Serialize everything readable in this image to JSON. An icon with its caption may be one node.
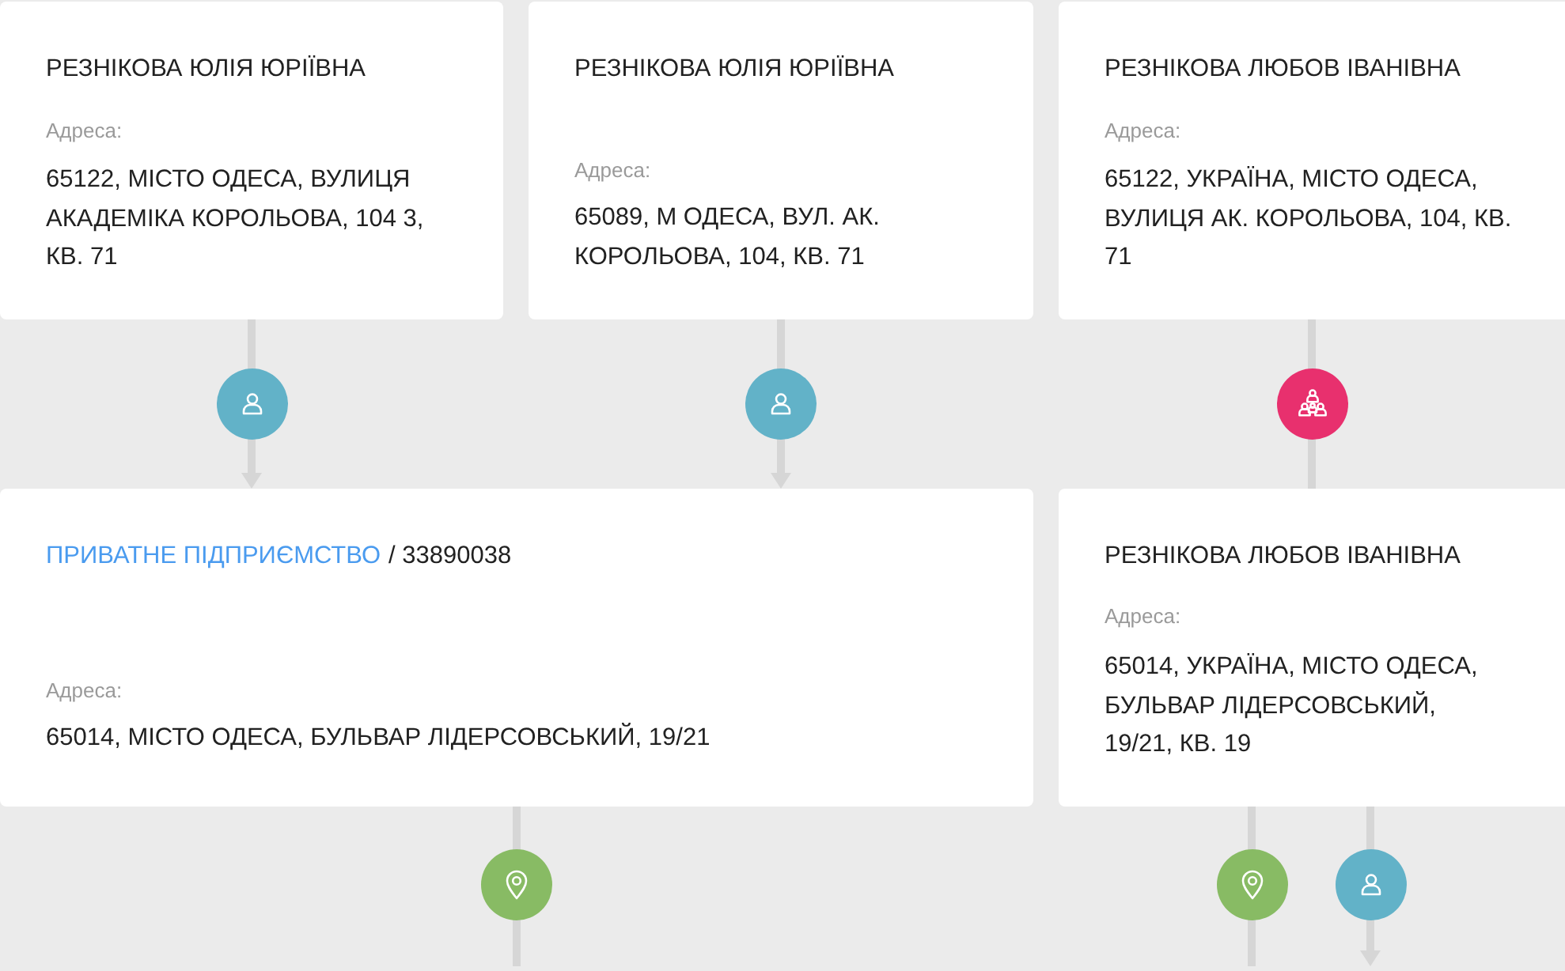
{
  "diagram": {
    "nodes": [
      {
        "text": [
          "РЕЗНІКОВА ЮЛІЯ ЮРІЇВНА",
          "Адреса:",
          "65122, МІСТО ОДЕСА, ВУЛИЦЯ АКАДЕМІКА КОРОЛЬОВА, 104 3, КВ. 71"
        ]
      },
      {
        "text": [
          "РЕЗНІКОВА ЮЛІЯ ЮРІЇВНА",
          "Адреса:",
          "65089, М ОДЕСА, ВУЛ. АК. КОРОЛЬОВА, 104, КВ. 71"
        ]
      },
      {
        "text": [
          "РЕЗНІКОВА ЛЮБОВ ІВАНІВНА",
          "Адреса:",
          "65122, УКРАЇНА, МІСТО ОДЕСА, ВУЛИЦЯ АК. КОРОЛЬОВА, 104, КВ. 71"
        ]
      },
      {
        "text": [
          "ПРИВАТНЕ ПІДПРИЄМСТВО",
          "/ 33890038",
          "Адреса:",
          "65014, МІСТО ОДЕСА, БУЛЬВАР ЛІДЕРСОВСЬКИЙ, 19/21"
        ]
      },
      {
        "text": [
          "РЕЗНІКОВА ЛЮБОВ ІВАНІВНА",
          "Адреса:",
          "65014, УКРАЇНА, МІСТО ОДЕСА, БУЛЬВАР ЛІДЕРСОВСЬКИЙ, 19/21, КВ. 19"
        ]
      }
    ],
    "edges": [
      {
        "from": 0,
        "to": 3,
        "arrow": "to"
      },
      {
        "from": 1,
        "to": 3,
        "arrow": "to"
      },
      {
        "from": 2,
        "to": 4,
        "arrow": "none"
      },
      {
        "from": 3,
        "to": null,
        "arrow": "none"
      },
      {
        "from": 4,
        "to": null,
        "arrow": "none"
      },
      {
        "from": 4,
        "to": null,
        "arrow": "to"
      }
    ]
  }
}
